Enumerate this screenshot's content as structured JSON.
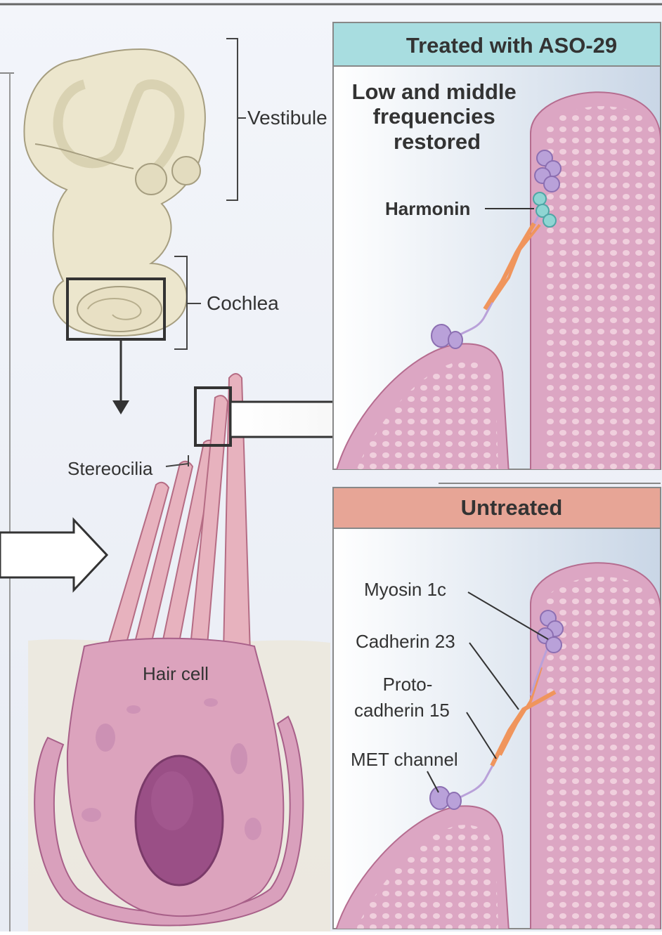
{
  "anatomy": {
    "vestibule": "Vestibule",
    "cochlea": "Cochlea",
    "stereocilia": "Stereocilia",
    "hair_cell": "Hair cell"
  },
  "treated_panel": {
    "header": "Treated with ASO-29",
    "header_color": "#a8dde0",
    "subtitle_lines": [
      "Low and middle",
      "frequencies",
      "restored"
    ],
    "harmonin_label": "Harmonin"
  },
  "untreated_panel": {
    "header": "Untreated",
    "header_color": "#e7a596",
    "labels": {
      "myosin": "Myosin 1c",
      "cadherin23": "Cadherin 23",
      "protocadherin_line1": "Proto-",
      "protocadherin_line2": "cadherin 15",
      "met_channel": "MET channel"
    }
  },
  "colors": {
    "bone": "#ece6cd",
    "stereocilium": "#e7b2be",
    "cell_body": "#dca3bd",
    "nucleus": "#9a4f86",
    "harmonin": "#8fd5d3",
    "myosin": "#b9a1d9",
    "cadherin_orange": "#f0955c"
  }
}
